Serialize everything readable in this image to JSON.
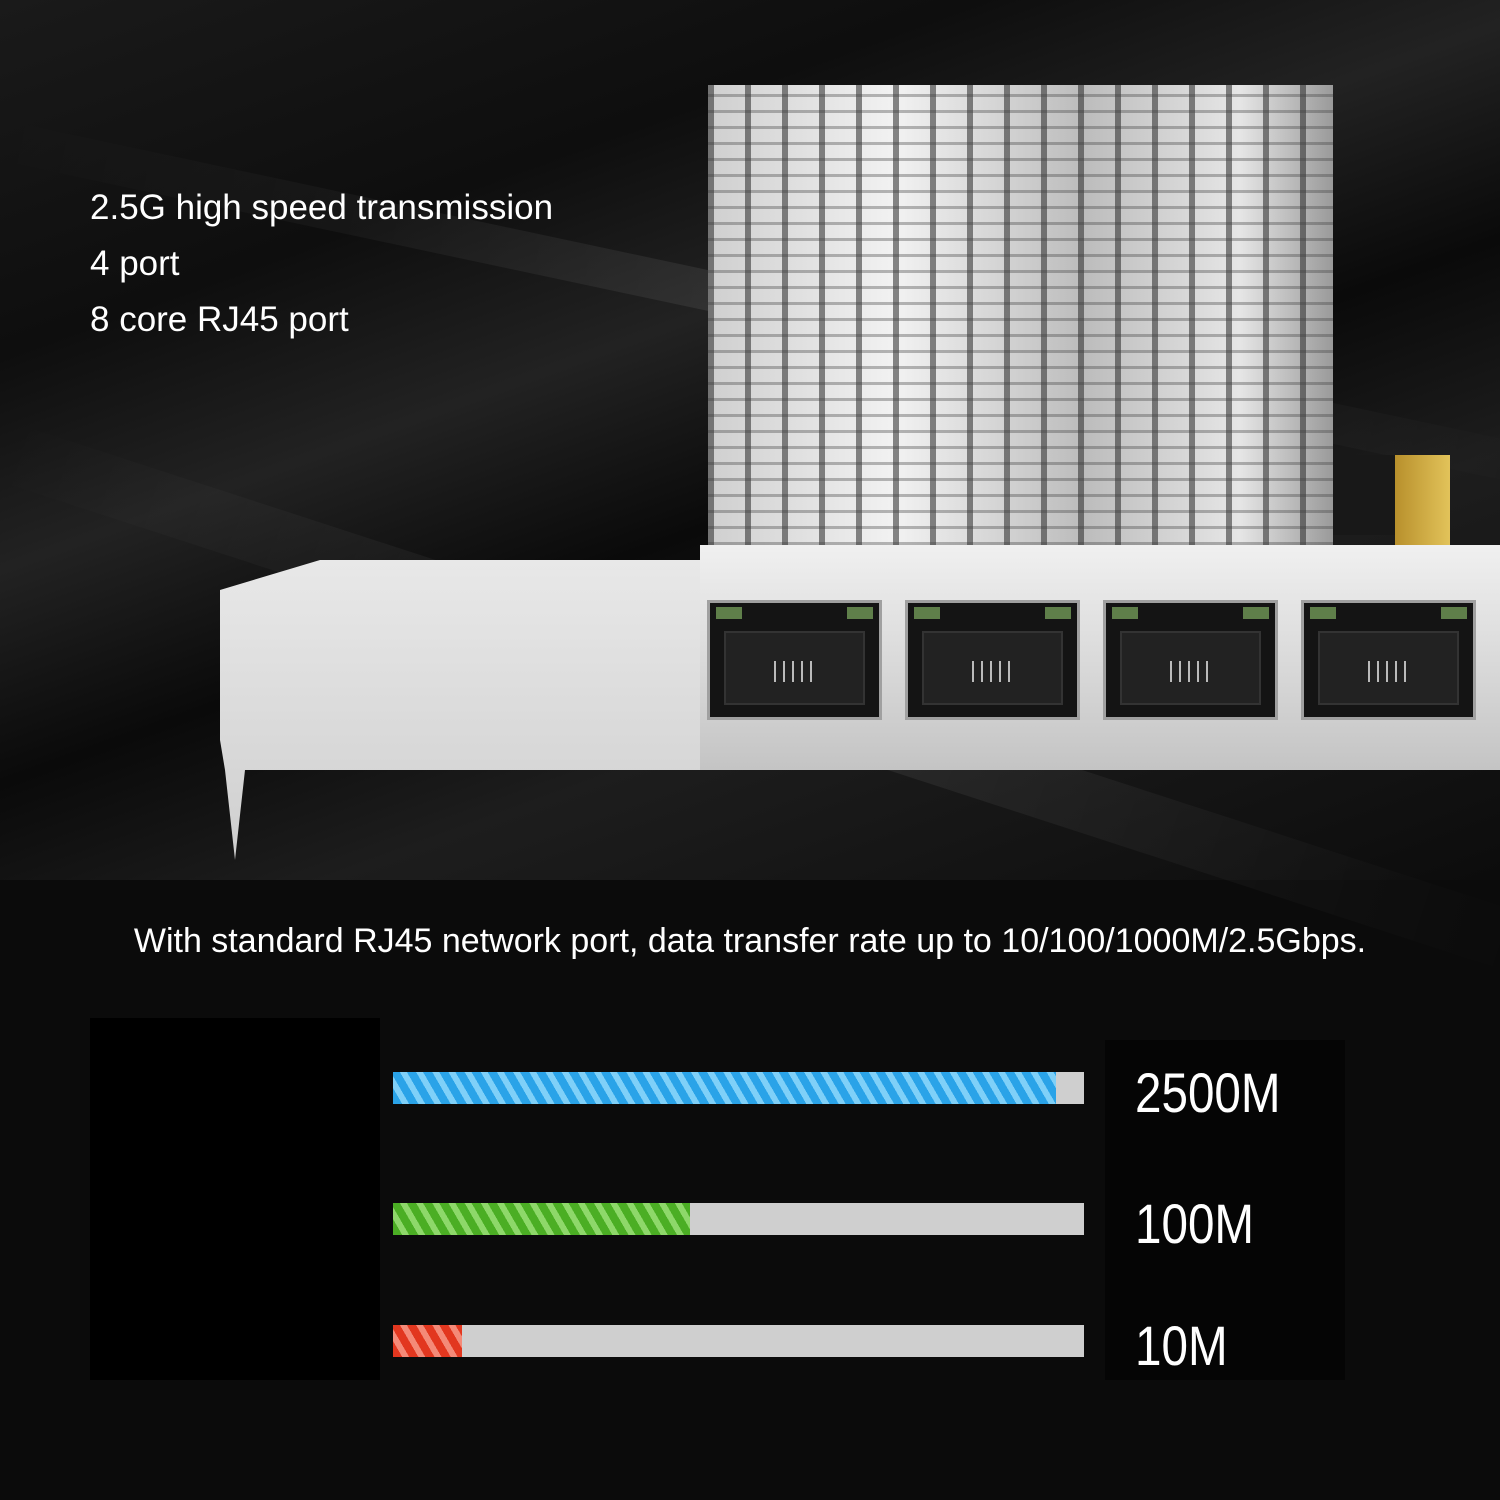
{
  "features": [
    "2.5G high speed transmission",
    "4 port",
    "8 core RJ45 port"
  ],
  "product": {
    "port_count": 4,
    "port_icon": "rj45-port-icon"
  },
  "tagline": "With standard RJ45 network port, data transfer rate up to 10/100/1000M/2.5Gbps.",
  "speed_bars": [
    {
      "label": "2500M",
      "fill_fraction": 0.96,
      "color": "#2aa3e8",
      "stripe": "#7fd0f8"
    },
    {
      "label": "100M",
      "fill_fraction": 0.43,
      "color": "#4bae24",
      "stripe": "#8ed86a"
    },
    {
      "label": "10M",
      "fill_fraction": 0.1,
      "color": "#e2371f",
      "stripe": "#f48a78"
    }
  ]
}
